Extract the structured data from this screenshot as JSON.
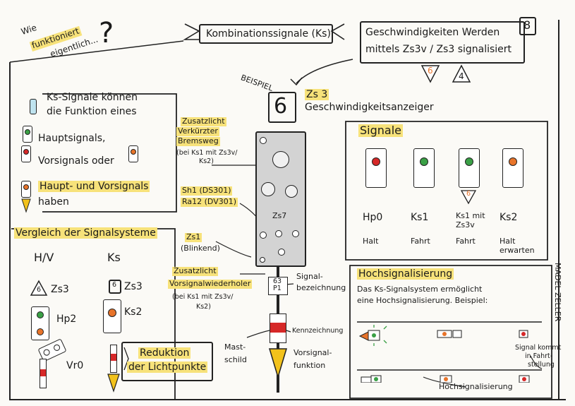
{
  "colors": {
    "highlight": "#f7e27a",
    "red": "#d62828",
    "green": "#3aa046",
    "orange": "#e8742a",
    "yellow": "#f2c21b",
    "ink": "#1a1a1a"
  },
  "header": {
    "question_line1": "Wie",
    "question_line2": "funktioniert",
    "question_line3": "eigentlich...",
    "question_mark": "?",
    "title": "Kombinationssignale (Ks)",
    "speed_line1": "Geschwindigkeiten Werden",
    "speed_line2": "mittels Zs3v / Zs3 signalisiert",
    "speed_v": "6",
    "speed_main": "4",
    "page_number": "8"
  },
  "intro": {
    "line1": "Ks-Signale können",
    "line2": "die Funktion eines",
    "line3": "Hauptsignals,",
    "line4": "Vorsignals oder",
    "line5": "Haupt- und Vorsignals",
    "line6": "haben"
  },
  "example": {
    "beispiel": "BEISPIEL",
    "speed_number": "6",
    "zs3_title": "Zs 3",
    "zs3_sub": "Geschwindigkeitsanzeiger",
    "label_zusatz1_line1": "Zusatzlicht",
    "label_zusatz1_line2": "Verkürzter",
    "label_zusatz1_line3": "Bremsweg",
    "label_zusatz1_note1": "(bei Ks1 mit Zs3v/",
    "label_zusatz1_note2": "Ks2)",
    "label_sh1_line1": "Sh1 (DS301)",
    "label_sh1_line2": "Ra12 (DV301)",
    "label_zs7": "Zs7",
    "label_zs1_line1": "Zs1",
    "label_zs1_line2": "(Blinkend)",
    "label_zusatz2_line1": "Zusatzlicht",
    "label_zusatz2_line2": "Vorsignalwiederholer",
    "label_zusatz2_note1": "(bei Ks1 mit Zs3v/",
    "label_zusatz2_note2": "Ks2)",
    "name_plate_line1": "63",
    "name_plate_line2": "P1",
    "label_signal_line1": "Signal-",
    "label_signal_line2": "bezeichnung",
    "label_mast_line1": "Mast-",
    "label_mast_line2": "schild",
    "label_kenn_line1": "Kennzeichnung",
    "label_kenn_line2": "Vorsignal-",
    "label_kenn_line3": "funktion"
  },
  "signale": {
    "title": "Signale",
    "items": [
      {
        "code": "Hp0",
        "meaning": "Halt",
        "lamp": "red"
      },
      {
        "code": "Ks1",
        "meaning": "Fahrt",
        "lamp": "green"
      },
      {
        "code": "Ks1 mit Zs3v",
        "meaning": "Fahrt",
        "lamp": "green"
      },
      {
        "code": "Ks2",
        "meaning": "Halt erwarten",
        "lamp": "orange"
      }
    ],
    "zs3v_value": "6"
  },
  "vergleich": {
    "title": "Vergleich der Signalsysteme",
    "col_hv": "H/V",
    "col_ks": "Ks",
    "hv_zs3_value": "6",
    "hv_zs3": "Zs3",
    "ks_zs3_value": "6",
    "ks_zs3": "Zs3",
    "hv_hp2": "Hp2",
    "ks_ks2": "Ks2",
    "hv_vr0": "Vr0",
    "reduktion_line1": "Reduktion",
    "reduktion_line2": "der Lichtpunkte"
  },
  "hoch": {
    "title": "Hochsignalisierung",
    "text_line1": "Das Ks-Signalsystem ermöglicht",
    "text_line2": "eine Hochsignalisierung. Beispiel:",
    "note_line1": "Signal kommt",
    "note_line2": "in Fahrt-",
    "note_line3": "stellung",
    "bottom_label": "Hochsignalisierung"
  },
  "author": "MADEL ZELLER"
}
